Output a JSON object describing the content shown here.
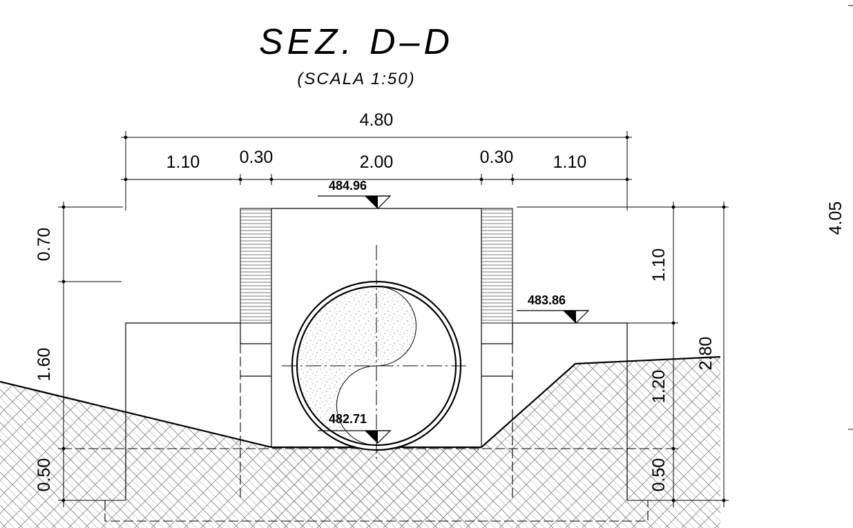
{
  "title": "SEZ. D–D",
  "subtitle": "(SCALA 1:50)",
  "dimensions": {
    "total_width": "4.80",
    "left_wing": "1.10",
    "left_wall": "0.30",
    "opening": "2.00",
    "right_wall": "0.30",
    "right_wing": "1.10",
    "left_upper": "0.70",
    "left_middle": "1.60",
    "left_base": "0.50",
    "right_upper": "1.10",
    "right_middle": "1.20",
    "right_base": "0.50",
    "right_overall": "2.80",
    "far_right": "4.05"
  },
  "levels": {
    "top": "484.96",
    "wing": "483.86",
    "invert": "482.71"
  }
}
